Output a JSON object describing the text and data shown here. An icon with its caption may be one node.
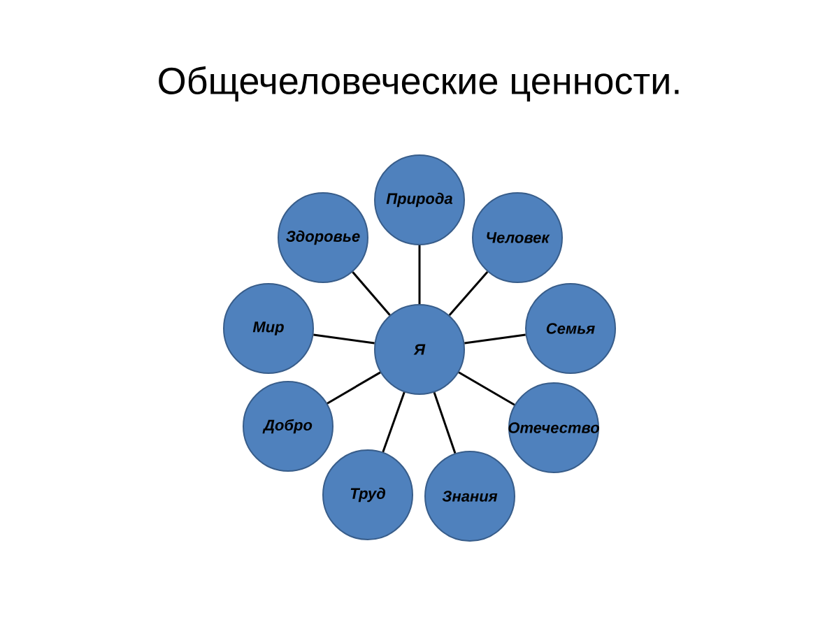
{
  "diagram": {
    "title": "Общечеловеческие ценности.",
    "nodes": [
      {
        "text": [
          "Я"
        ]
      },
      {
        "text": [
          "Природа"
        ]
      },
      {
        "text": [
          "Человек"
        ]
      },
      {
        "text": [
          "Семья"
        ]
      },
      {
        "text": [
          "Отечество"
        ]
      },
      {
        "text": [
          "Знания"
        ]
      },
      {
        "text": [
          "Труд"
        ]
      },
      {
        "text": [
          "Добро"
        ]
      },
      {
        "text": [
          "Мир"
        ]
      },
      {
        "text": [
          "Здоровье"
        ]
      }
    ],
    "edges": [
      {
        "from": 0,
        "to": 1,
        "arrow": "none"
      },
      {
        "from": 0,
        "to": 2,
        "arrow": "none"
      },
      {
        "from": 0,
        "to": 3,
        "arrow": "none"
      },
      {
        "from": 0,
        "to": 4,
        "arrow": "none"
      },
      {
        "from": 0,
        "to": 5,
        "arrow": "none"
      },
      {
        "from": 0,
        "to": 6,
        "arrow": "none"
      },
      {
        "from": 0,
        "to": 7,
        "arrow": "none"
      },
      {
        "from": 0,
        "to": 8,
        "arrow": "none"
      },
      {
        "from": 0,
        "to": 9,
        "arrow": "none"
      }
    ]
  }
}
